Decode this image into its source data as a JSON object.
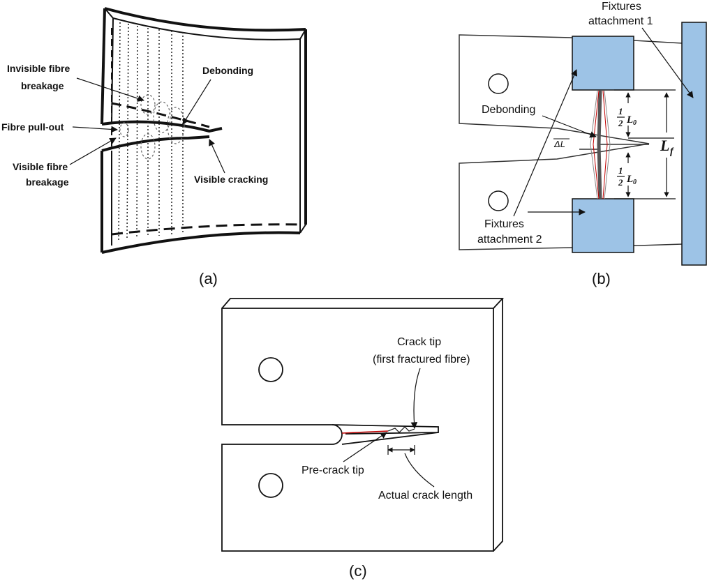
{
  "panel_a": {
    "caption": "(a)",
    "labels": {
      "invisible_fibre_breakage_1": "Invisible fibre",
      "invisible_fibre_breakage_2": "breakage",
      "debonding": "Debonding",
      "fibre_pull_out": "Fibre pull-out",
      "visible_fibre_breakage_1": "Visible fibre",
      "visible_fibre_breakage_2": "breakage",
      "visible_cracking": "Visible cracking"
    }
  },
  "panel_b": {
    "caption": "(b)",
    "labels": {
      "fixtures_attachment_1_line1": "Fixtures",
      "fixtures_attachment_1_line2": "attachment 1",
      "debonding": "Debonding",
      "delta_l": "ΔL",
      "half_top_num": "1",
      "half_top_den": "2",
      "half_top_sym": "L",
      "half_top_sub": "0",
      "half_bot_num": "1",
      "half_bot_den": "2",
      "half_bot_sym": "L",
      "half_bot_sub": "0",
      "lf_sym": "L",
      "lf_sub": "f",
      "fixtures_attachment_2_line1": "Fixtures",
      "fixtures_attachment_2_line2": "attachment 2"
    },
    "colors": {
      "fixture_fill": "#9dc3e6",
      "fibre_red": "#c00000"
    }
  },
  "panel_c": {
    "caption": "(c)",
    "labels": {
      "crack_tip_line1": "Crack tip",
      "crack_tip_line2": "(first fractured fibre)",
      "pre_crack_tip": "Pre-crack tip",
      "actual_crack_length": "Actual crack length"
    }
  }
}
